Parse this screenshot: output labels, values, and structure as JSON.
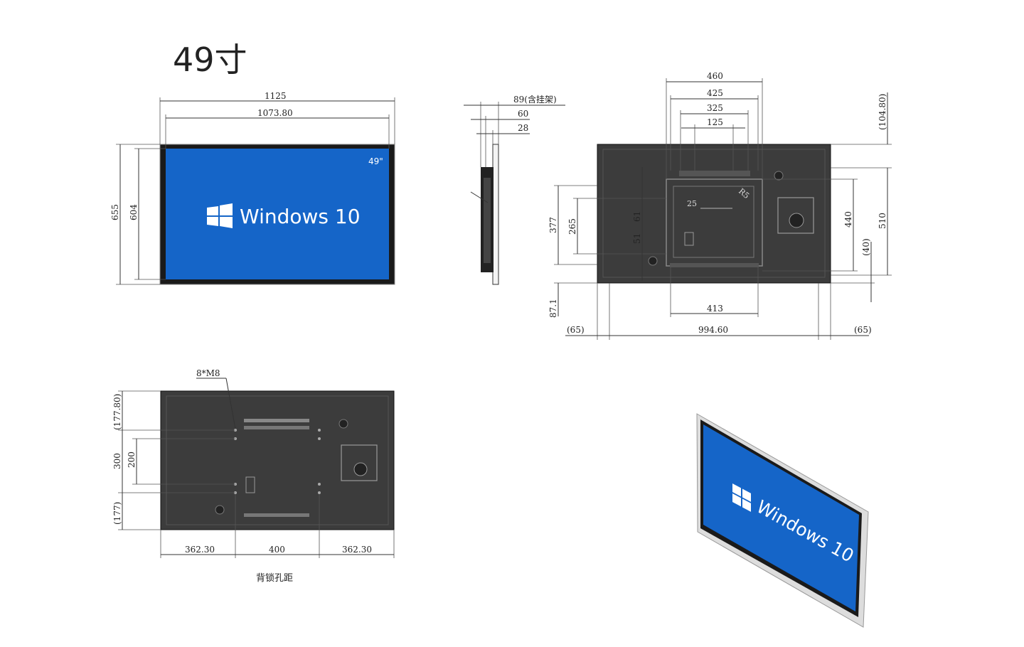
{
  "title": "49寸",
  "screen": {
    "os_text": "Windows 10",
    "size_badge": "49\"",
    "blue": "#1565c8",
    "bezel": "#1a1a1a"
  },
  "front_view": {
    "width_outer": "1125",
    "width_inner": "1073.80",
    "height_outer": "655",
    "height_inner": "604"
  },
  "side_view": {
    "depth_with_bracket": "89(含挂架)",
    "depth_mid": "60",
    "depth_body": "28"
  },
  "back_view": {
    "top_460": "460",
    "top_425": "425",
    "top_325": "325",
    "top_125": "125",
    "inner_25": "25",
    "inner_r": "R5",
    "left_377": "377",
    "left_265": "265",
    "left_61": "61",
    "left_51": "51",
    "left_87": "87.1",
    "right_104": "(104.80)",
    "right_440": "440",
    "right_510": "510",
    "right_40": "(40)",
    "bottom_413": "413",
    "bottom_65_left": "(65)",
    "bottom_994": "994.60",
    "bottom_65_right": "(65)"
  },
  "rear_holes": {
    "screw_label": "8*M8",
    "left_1778": "(177.80)",
    "left_300": "300",
    "left_200": "200",
    "left_177": "(177)",
    "bottom_left": "362.30",
    "bottom_mid": "400",
    "bottom_right": "362.30",
    "caption": "背锁孔距"
  }
}
